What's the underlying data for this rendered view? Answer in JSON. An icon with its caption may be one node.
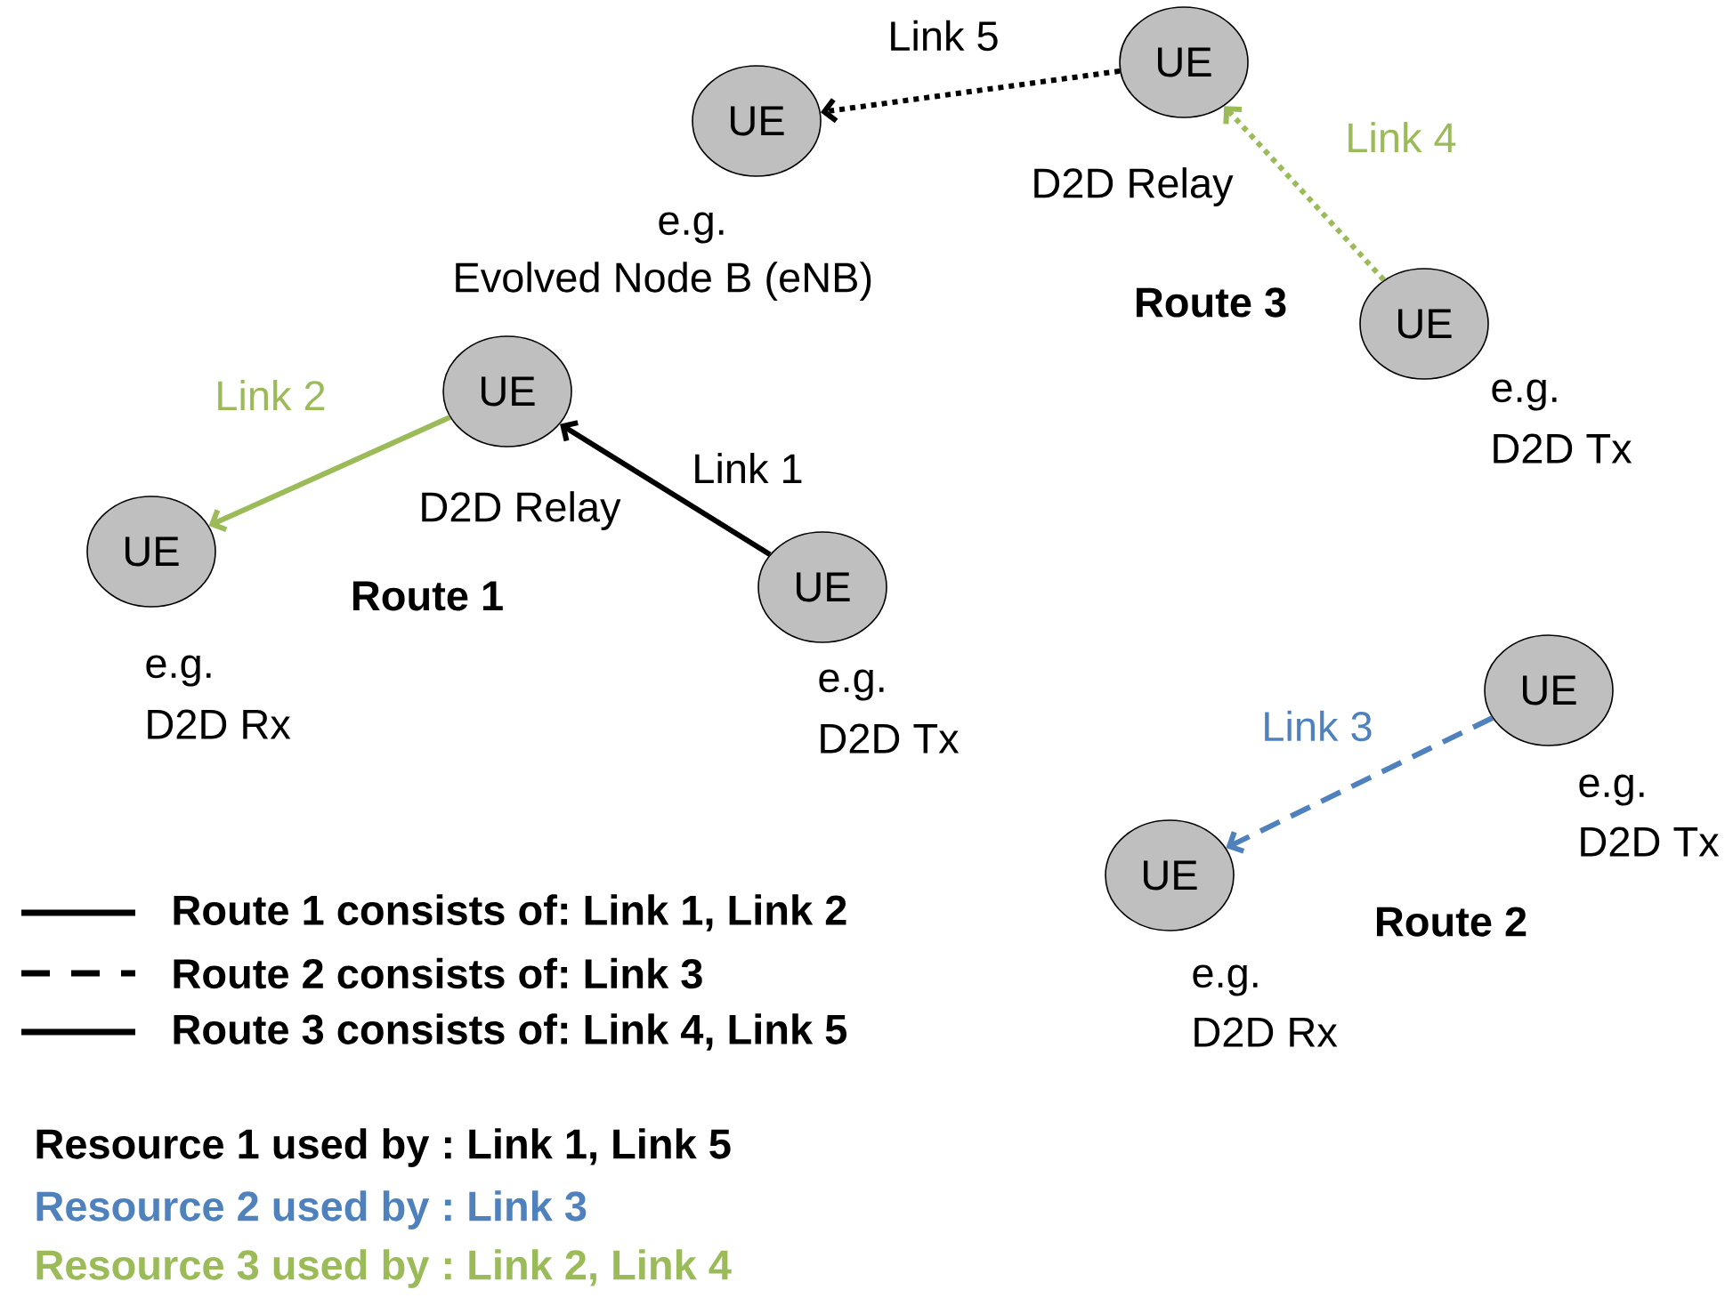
{
  "diagram": {
    "nodes": [
      {
        "text": [
          "UE"
        ],
        "beside": [
          "D2D Relay"
        ]
      },
      {
        "text": [
          "UE"
        ],
        "beside": [
          "e.g.",
          "Evolved Node B (eNB)"
        ]
      },
      {
        "text": [
          "UE"
        ],
        "beside": [
          "e.g.",
          "D2D Tx"
        ]
      },
      {
        "text": [
          "UE"
        ],
        "beside": [
          "D2D Relay"
        ]
      },
      {
        "text": [
          "UE"
        ],
        "beside": [
          "e.g.",
          "D2D Rx"
        ]
      },
      {
        "text": [
          "UE"
        ],
        "beside": [
          "e.g.",
          "D2D Tx"
        ]
      },
      {
        "text": [
          "UE"
        ],
        "beside": [
          "e.g.",
          "D2D Tx"
        ]
      },
      {
        "text": [
          "UE"
        ],
        "beside": [
          "e.g.",
          "D2D Rx"
        ]
      }
    ],
    "edges": [
      {
        "from": 5,
        "to": 3,
        "arrow": "to",
        "label": "Link 1"
      },
      {
        "from": 3,
        "to": 4,
        "arrow": "to",
        "label": "Link 2",
        "color": "#9bbb59"
      },
      {
        "from": 6,
        "to": 7,
        "arrow": "to",
        "label": "Link 3",
        "style": "dashed",
        "color": "#4f81bd"
      },
      {
        "from": 2,
        "to": 0,
        "arrow": "to",
        "label": "Link 4",
        "style": "dashed",
        "color": "#9bbb59"
      },
      {
        "from": 0,
        "to": 1,
        "arrow": "to",
        "label": "Link 5",
        "style": "dashed"
      }
    ],
    "labels": [
      "Route 3",
      "Route 1",
      "Route 2"
    ],
    "legend": [
      {
        "text": "Route 1 consists of: Link 1, Link 2"
      },
      {
        "text": "Route 2 consists of: Link 3"
      },
      {
        "text": "Route 3 consists of: Link 4, Link 5"
      },
      {
        "text": "Resource 1 used by : Link 1, Link 5",
        "color": "#000000"
      },
      {
        "text": "Resource 2 used by : Link 3",
        "color": "#4f81bd"
      },
      {
        "text": "Resource 3 used by : Link 2, Link 4",
        "color": "#9bbb59"
      }
    ]
  }
}
